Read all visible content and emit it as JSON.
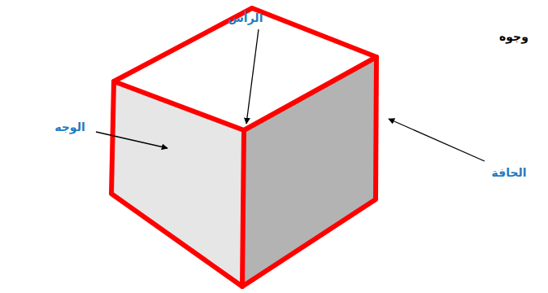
{
  "diagram": {
    "labels": [
      "الرأس",
      "الوجه",
      "الحافة",
      "وجوه"
    ]
  }
}
